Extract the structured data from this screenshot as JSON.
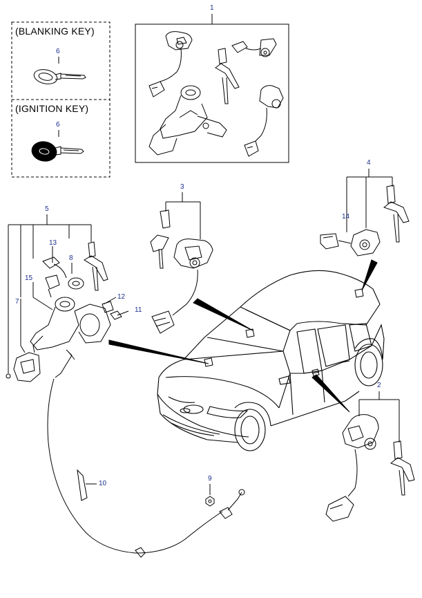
{
  "key_panel": {
    "blanking_key_label": "(BLANKING KEY)",
    "ignition_key_label": "(IGNITION KEY)",
    "blanking_key_ref": "6",
    "ignition_key_ref": "6"
  },
  "callouts": {
    "c1": "1",
    "c2": "2",
    "c3": "3",
    "c4": "4",
    "c5": "5",
    "c7": "7",
    "c8": "8",
    "c9": "9",
    "c10": "10",
    "c11": "11",
    "c12": "12",
    "c13": "13",
    "c14": "14",
    "c15": "15"
  },
  "colors": {
    "line": "#000000",
    "callout_text": "#1b2f8a",
    "background": "#ffffff"
  }
}
